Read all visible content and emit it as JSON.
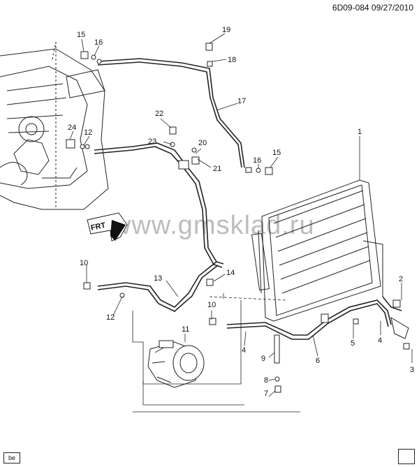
{
  "header": {
    "code": "6D09-084  09/27/2010"
  },
  "watermark": "www.gmsklad.ru",
  "frt_label": "FRT",
  "corner_badge": "be",
  "callouts": {
    "c1": "1",
    "c2": "2",
    "c3": "3",
    "c4a": "4",
    "c4b": "4",
    "c5": "5",
    "c6": "6",
    "c7": "7",
    "c8": "8",
    "c9": "9",
    "c10a": "10",
    "c10b": "10",
    "c11": "11",
    "c12a": "12",
    "c12b": "12",
    "c13": "13",
    "c14": "14",
    "c15a": "15",
    "c15b": "15",
    "c16a": "16",
    "c16b": "16",
    "c17": "17",
    "c18": "18",
    "c19": "19",
    "c20": "20",
    "c21": "21",
    "c22": "22",
    "c23": "23",
    "c24": "24"
  }
}
